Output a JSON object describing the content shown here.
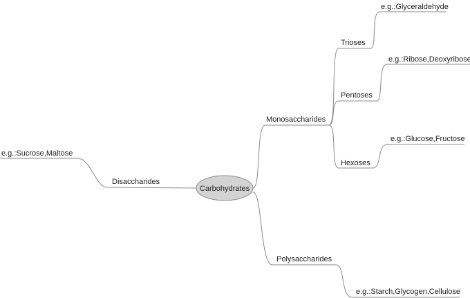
{
  "root": {
    "label": "Carbohydrates",
    "fill": "#d3d3d3"
  },
  "branches": {
    "monosaccharides": {
      "label": "Monosaccharides",
      "trioses": {
        "label": "Trioses",
        "example": "e.g.:Glyceraldehyde"
      },
      "pentoses": {
        "label": "Pentoses",
        "example": "e.g.:Ribose,Deoxyribose"
      },
      "hexoses": {
        "label": "Hexoses",
        "example": "e.g.:Glucose,Fructose"
      }
    },
    "polysaccharides": {
      "label": "Polysaccharides",
      "example": "e.g.:Starch,Glycogen,Cellulose"
    },
    "disaccharides": {
      "label": "Disaccharides",
      "example": "e.g.:Sucrose,Maltose"
    }
  }
}
